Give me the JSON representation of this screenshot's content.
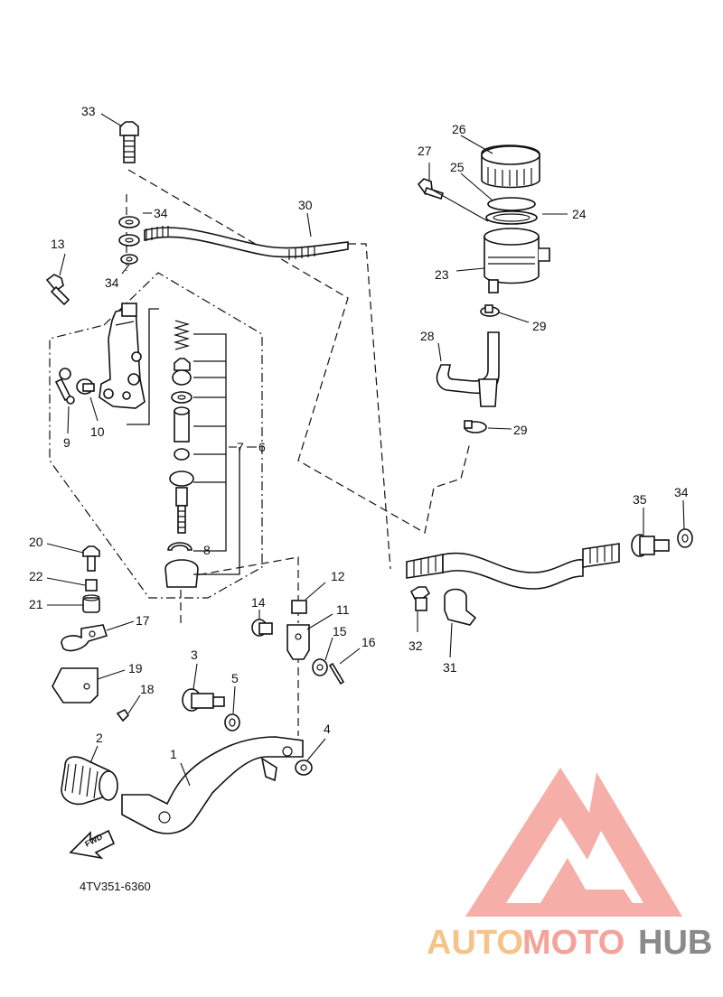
{
  "diagram_code": "4TV351-6360",
  "fwd_label": "FWD",
  "watermark": {
    "part1": "AUTO",
    "part2": "MOTO",
    "part3": "HUB",
    "color_primary": "#f4a29a",
    "color_secondary": "#f6c38a",
    "color_gray": "#8a8a8a"
  },
  "callouts": [
    "1",
    "2",
    "3",
    "4",
    "5",
    "6",
    "7",
    "8",
    "9",
    "10",
    "11",
    "12",
    "13",
    "14",
    "15",
    "16",
    "17",
    "18",
    "19",
    "20",
    "21",
    "22",
    "23",
    "24",
    "25",
    "26",
    "27",
    "28",
    "29",
    "29",
    "30",
    "31",
    "32",
    "33",
    "34",
    "34",
    "34",
    "35"
  ]
}
